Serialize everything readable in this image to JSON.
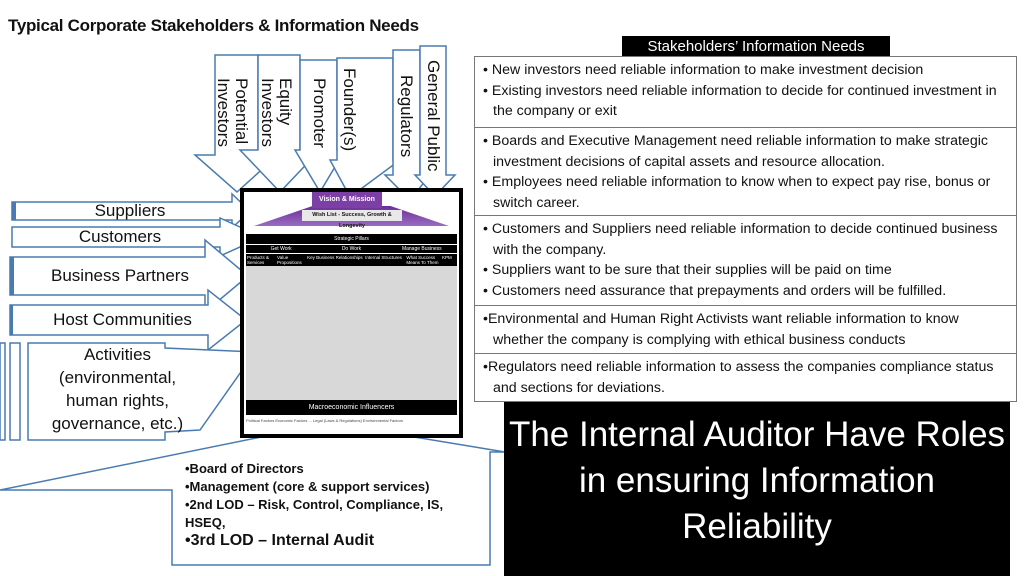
{
  "title": "Typical Corporate Stakeholders & Information Needs",
  "top_stakeholders": [
    "Potential\nInvestors",
    "Equity\nInvestors",
    "Promoter",
    "Founder(s)",
    "Regulators",
    "General Public"
  ],
  "left_stakeholders": [
    "Suppliers",
    "Customers",
    "Business Partners",
    "Host Communities",
    "Activities\n(environmental,\nhuman rights,\ngovernance, etc.)"
  ],
  "center_image": {
    "vision": "Vision & Mission",
    "wishlist": "Wish List - Success, Growth & Longevity",
    "pillars": "Strategic Pillars",
    "groups": [
      "Get Work",
      "Do Work",
      "Manage Business"
    ],
    "columns": [
      "Products & Services",
      "Value Propositions",
      "Key Business Relationships",
      "Internal Structures",
      "What Success Means To Them",
      "KPM"
    ],
    "macro": "Macroeconomic Influencers",
    "footer": "Political Factors   Economic Factors   ...   Legal (Laws & Regulations)   Environmental Factors"
  },
  "needs": {
    "header": "Stakeholders’ Information Needs",
    "rows": [
      [
        "• New investors need reliable information to make investment decision",
        "• Existing investors need reliable information to decide for continued investment in the company or exit"
      ],
      [
        "• Boards and Executive Management need reliable information to make strategic investment decisions of capital assets and resource allocation.",
        "• Employees need reliable information to know when to expect pay rise, bonus or switch career."
      ],
      [
        "• Customers and Suppliers need reliable information to decide continued business with the company.",
        "• Suppliers want to be sure that their supplies will be paid on time",
        "• Customers need assurance that prepayments and orders will be fulfilled."
      ],
      [
        "•Environmental and Human Right Activists want reliable information to know whether the company is complying with ethical business conducts"
      ],
      [
        "•Regulators need reliable information to assess the companies compliance status and sections for deviations."
      ]
    ]
  },
  "callout": {
    "items": [
      "•Board of Directors",
      "•Management (core & support services)",
      "•2nd LOD – Risk, Control, Compliance, IS, HSEQ,",
      "•3rd LOD – Internal Audit"
    ]
  },
  "banner": "The Internal Auditor Have Roles in ensuring Information Reliability",
  "colors": {
    "arrow": "#4a7bb0",
    "purple": "#7b3fa6"
  }
}
